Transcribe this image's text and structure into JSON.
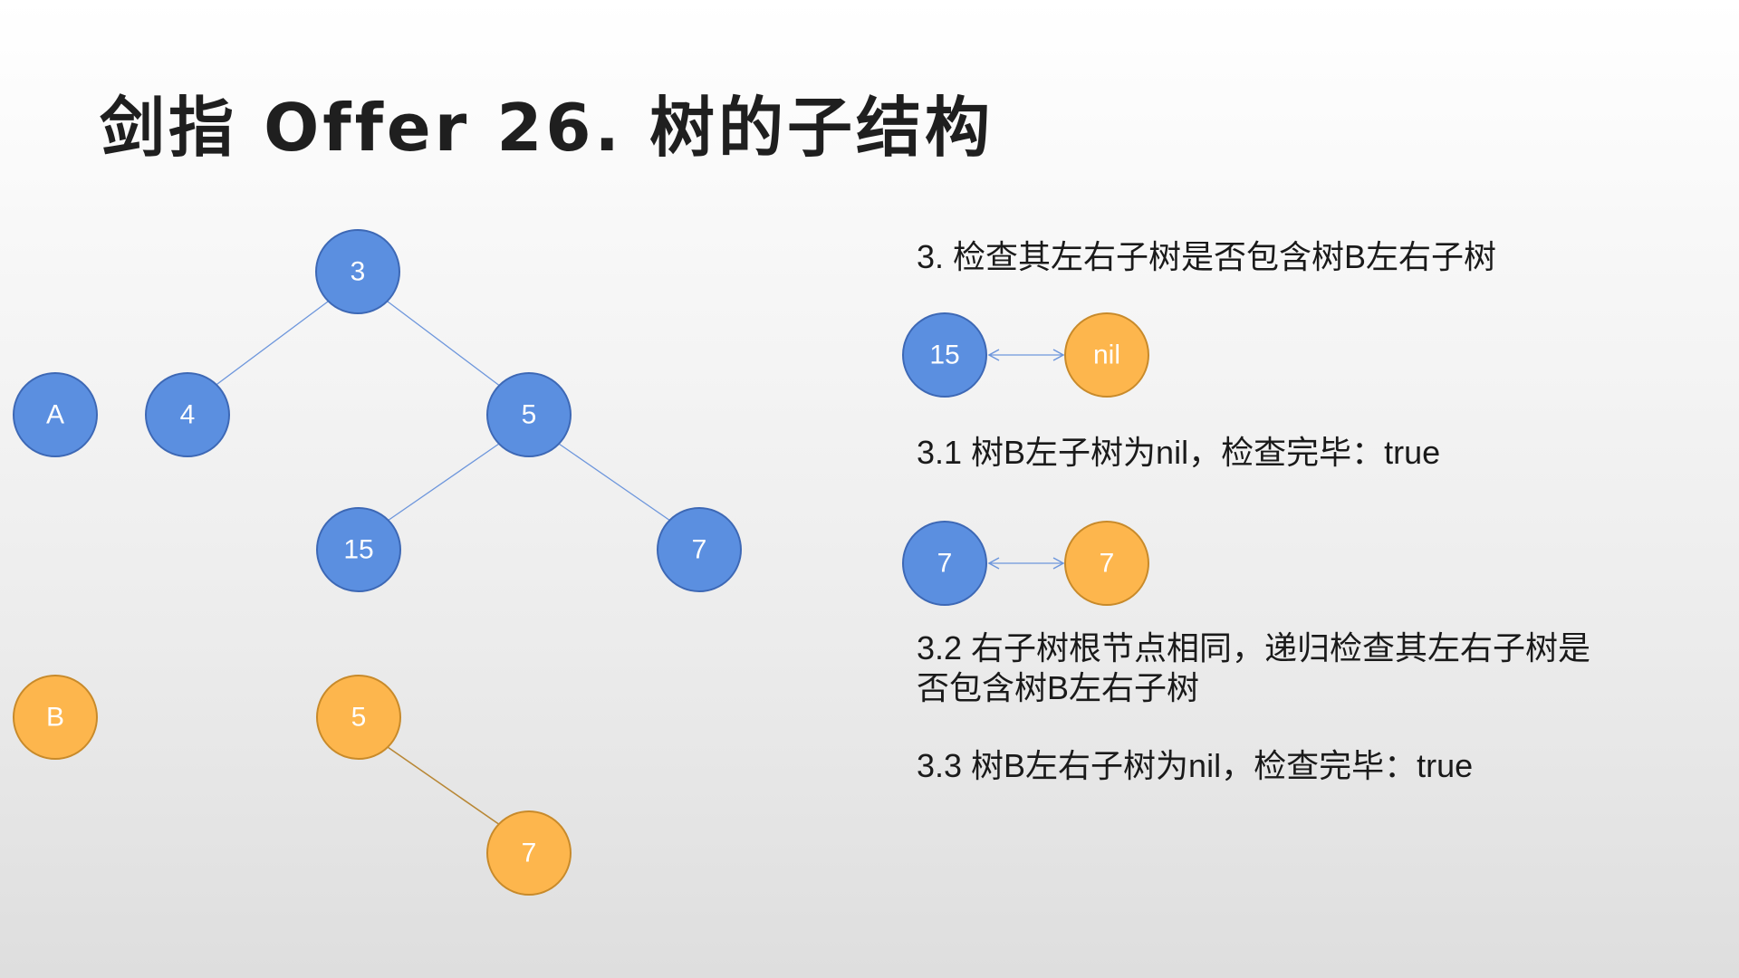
{
  "title": "剑指 Offer 26. 树的子结构",
  "colors": {
    "tree_a_fill": "#5b8fe0",
    "tree_a_stroke": "#3d68b5",
    "tree_b_fill": "#fdb64d",
    "tree_b_stroke": "#c88a2a",
    "edge_a": "#6d96dc",
    "edge_b": "#b88735"
  },
  "tree_a": {
    "label": "A",
    "nodes": {
      "root": "3",
      "left": "4",
      "right": "5",
      "right_left": "15",
      "right_right": "7"
    }
  },
  "tree_b": {
    "label": "B",
    "nodes": {
      "root": "5",
      "right": "7"
    }
  },
  "steps": {
    "step3": "3. 检查其左右子树是否包含树B左右子树",
    "compare1": {
      "left": "15",
      "right": "nil"
    },
    "step3_1": "3.1 树B左子树为nil，检查完毕：true",
    "compare2": {
      "left": "7",
      "right": "7"
    },
    "step3_2_line1": "3.2 右子树根节点相同，递归检查其左右子树是",
    "step3_2_line2": "否包含树B左右子树",
    "step3_3": "3.3 树B左右子树为nil，检查完毕：true"
  }
}
